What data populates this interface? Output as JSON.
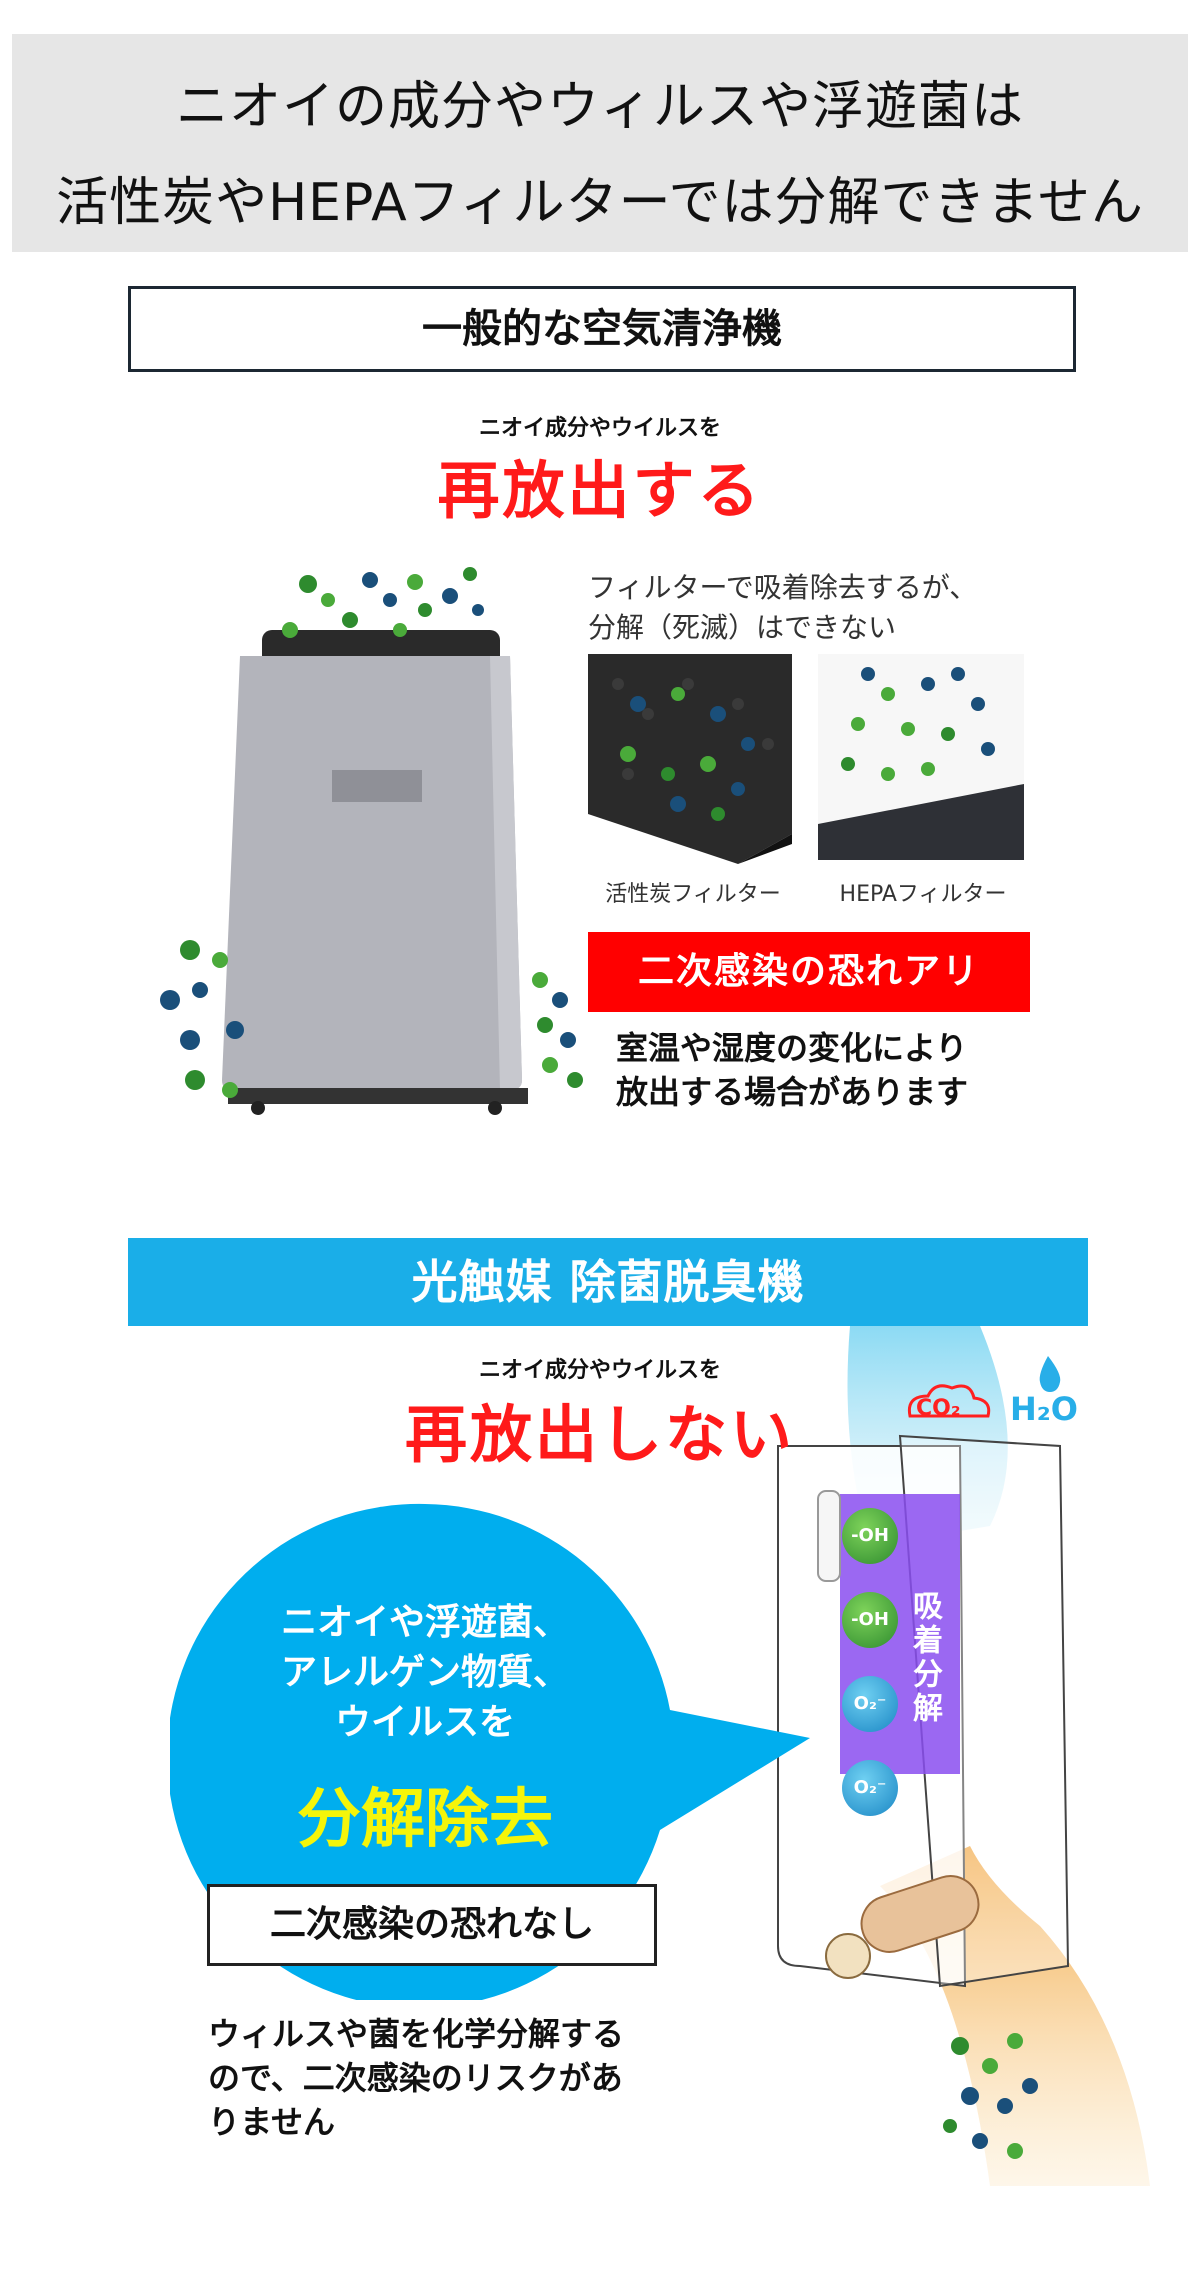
{
  "header": {
    "line1": "ニオイの成分やウィルスや浮遊菌は",
    "line2": "活性炭やHEPAフィルターでは分解できません"
  },
  "section1": {
    "title": "一般的な空気清浄機",
    "caption": "ニオイ成分やウイルスを",
    "headline": "再放出する",
    "filter_note_line1": "フィルターで吸着除去するが、",
    "filter_note_line2": "分解（死滅）はできない",
    "filter1_label": "活性炭フィルター",
    "filter2_label": "HEPAフィルター",
    "warning_banner": "二次感染の恐れアリ",
    "note_line1": "室温や湿度の変化により",
    "note_line2": "放出する場合があります"
  },
  "section2": {
    "title": "光触媒 除菌脱臭機",
    "caption": "ニオイ成分やウイルスを",
    "headline": "再放出しない",
    "bubble_line1": "ニオイや浮遊菌、",
    "bubble_line2": "アレルゲン物質、",
    "bubble_line3": "ウイルスを",
    "bubble_big": "分解除去",
    "safe_box": "二次感染の恐れなし",
    "note_line1": "ウィルスや菌を化学分解する",
    "note_line2": "ので、二次感染のリスクがあ",
    "note_line3": "りません",
    "vertical_label": "吸着分解",
    "ion1": "-OH",
    "ion2": "-OH",
    "ion3": "O₂⁻",
    "ion4": "O₂⁻",
    "co2_label": "CO₂",
    "h2o_label": "H₂O"
  },
  "colors": {
    "red": "#ff0000",
    "blue": "#1aaee8",
    "yellow": "#f5f50a",
    "purple": "#8a4df0",
    "orange": "#f2a640"
  }
}
